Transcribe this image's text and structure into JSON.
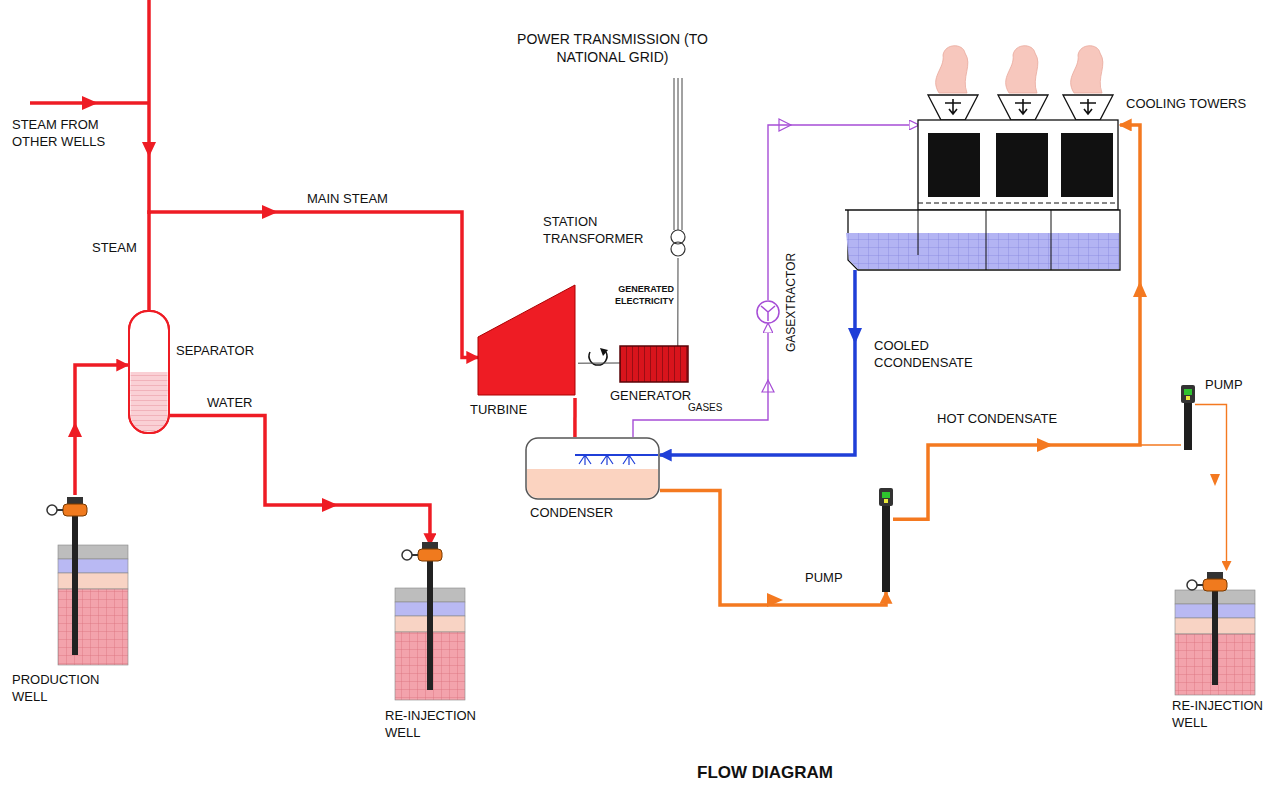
{
  "diagram": {
    "title": "FLOW DIAGRAM",
    "nodes": [
      {
        "text": [
          "PRODUCTION WELL"
        ]
      },
      {
        "text": [
          "SEPARATOR"
        ]
      },
      {
        "text": [
          "RE-INJECTION WELL"
        ]
      },
      {
        "text": [
          "TURBINE"
        ]
      },
      {
        "text": [
          "GENERATOR"
        ]
      },
      {
        "text": [
          "STATION TRANSFORMER"
        ]
      },
      {
        "text": [
          "CONDENSER"
        ]
      },
      {
        "text": [
          "GASEXTRACTOR"
        ]
      },
      {
        "text": [
          "COOLING TOWERS"
        ]
      },
      {
        "text": [
          "PUMP"
        ]
      },
      {
        "text": [
          "PUMP"
        ]
      },
      {
        "text": [
          "RE-INJECTION WELL"
        ]
      }
    ],
    "edges": [
      {
        "from": 0,
        "to": 1,
        "arrow": "to"
      },
      {
        "from": 1,
        "to": 3,
        "label": "MAIN STEAM",
        "arrow": "to"
      },
      {
        "from": 1,
        "to": 2,
        "label": "WATER",
        "arrow": "to"
      },
      {
        "from": 3,
        "to": 4,
        "arrow": "none"
      },
      {
        "from": 3,
        "to": 6,
        "arrow": "none"
      },
      {
        "from": 4,
        "to": 5,
        "label": "GENERATED ELECTRICITY",
        "arrow": "none"
      },
      {
        "from": 6,
        "to": 7,
        "label": "GASES",
        "arrow": "to"
      },
      {
        "from": 7,
        "to": 8,
        "arrow": "to"
      },
      {
        "from": 8,
        "to": 6,
        "label": "COOLED CCONDENSATE",
        "arrow": "to"
      },
      {
        "from": 6,
        "to": 9,
        "arrow": "to"
      },
      {
        "from": 9,
        "to": 8,
        "label": "HOT CONDENSATE",
        "arrow": "to"
      },
      {
        "from": 9,
        "to": 10,
        "arrow": "none"
      },
      {
        "from": 10,
        "to": 11,
        "arrow": "to"
      }
    ],
    "labels": [
      "STEAM FROM OTHER WELLS",
      "STEAM",
      "POWER TRANSMISSION (TO NATIONAL GRID)"
    ]
  }
}
